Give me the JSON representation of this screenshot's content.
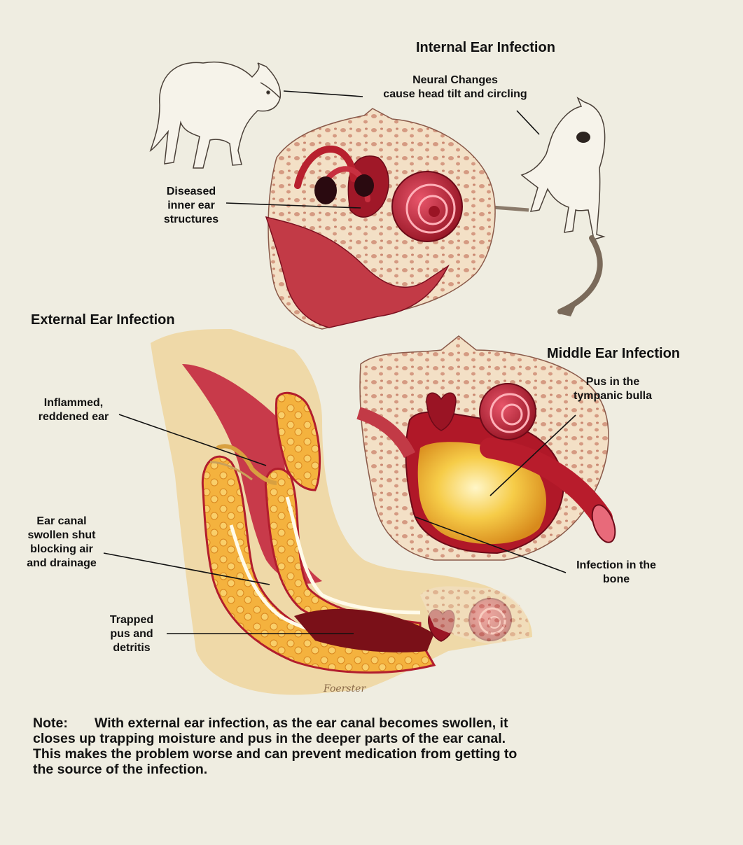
{
  "headings": {
    "internal": "Internal Ear Infection",
    "external": "External Ear Infection",
    "middle": "Middle Ear Infection"
  },
  "labels": {
    "neural": "Neural Changes\ncause head tilt  and circling",
    "diseased": "Diseased\ninner ear\nstructures",
    "inflamed": "Inflammed,\nreddened ear",
    "swollen": "Ear canal\nswollen shut\nblocking air\nand drainage",
    "trapped": "Trapped\npus and\ndetritis",
    "pus_bulla": "Pus in the\ntympanic bulla",
    "infection_bone": "Infection in the\nbone"
  },
  "note": {
    "label": "Note:",
    "text": "With external ear infection, as the ear canal becomes swollen, it closes up trapping moisture and pus in the deeper parts of the ear canal.  This makes the problem worse and can prevent medication from getting to the source of the infection."
  },
  "signature": "Foerster",
  "colors": {
    "background": "#efede1",
    "tissue_red": "#b81c2c",
    "bone": "#f1dcc2",
    "pus_yellow": "#f2c040"
  }
}
